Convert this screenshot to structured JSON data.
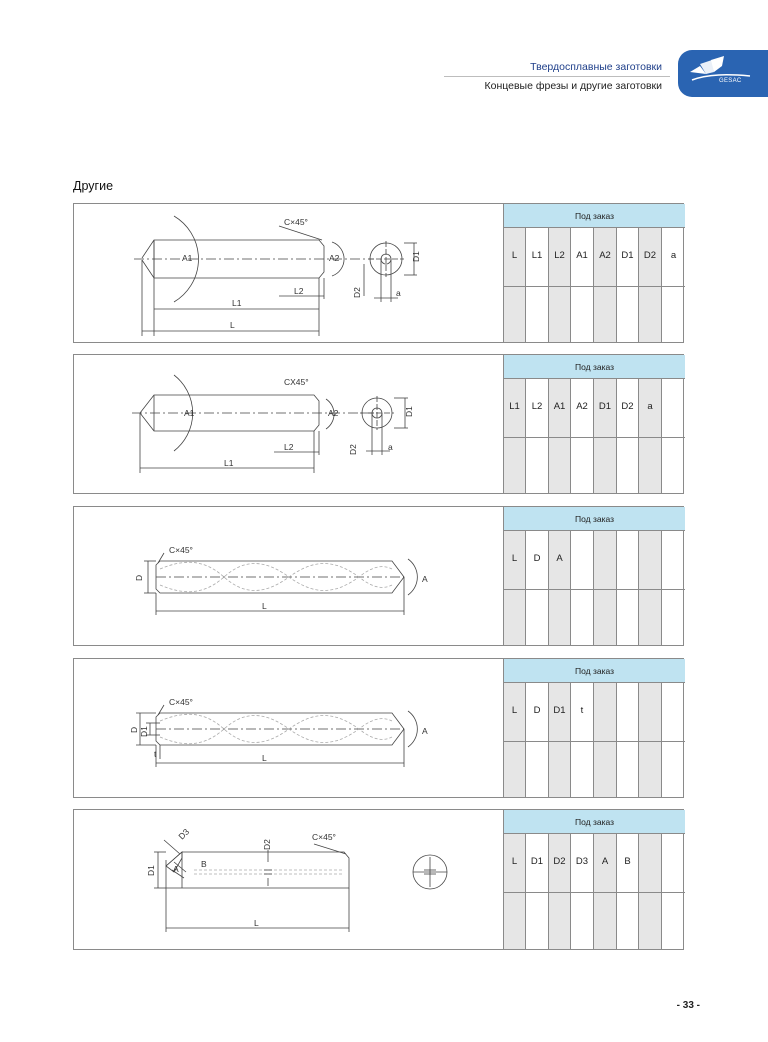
{
  "header": {
    "title": "Твердосплавные заготовки",
    "subtitle": "Концевые фрезы и другие заготовки",
    "logo_text": "GESAC"
  },
  "section_title": "Другие",
  "blocks": [
    {
      "table_title": "Под заказ",
      "columns": [
        "L",
        "L1",
        "L2",
        "A1",
        "A2",
        "D1",
        "D2",
        "a"
      ],
      "drawing_labels": {
        "chamfer": "C×45°",
        "a1": "A1",
        "a2": "A2",
        "d1": "D1",
        "d2": "D2",
        "l2": "L2",
        "l1": "L1",
        "l": "L",
        "a": "a"
      }
    },
    {
      "table_title": "Под заказ",
      "columns": [
        "L1",
        "L2",
        "A1",
        "A2",
        "D1",
        "D2",
        "a",
        ""
      ],
      "drawing_labels": {
        "chamfer": "CX45°",
        "a1": "A1",
        "a2": "A2",
        "d1": "D1",
        "d2": "D2",
        "l2": "L2",
        "l1": "L1",
        "a": "a"
      }
    },
    {
      "table_title": "Под заказ",
      "columns": [
        "L",
        "D",
        "A",
        "",
        "",
        "",
        "",
        ""
      ],
      "drawing_labels": {
        "chamfer": "C×45°",
        "d": "D",
        "a": "A",
        "l": "L"
      }
    },
    {
      "table_title": "Под заказ",
      "columns": [
        "L",
        "D",
        "D1",
        "t",
        "",
        "",
        "",
        ""
      ],
      "drawing_labels": {
        "chamfer": "C×45°",
        "d": "D",
        "d1": "D1",
        "t": "t",
        "a": "A",
        "l": "L"
      }
    },
    {
      "table_title": "Под заказ",
      "columns": [
        "L",
        "D1",
        "D2",
        "D3",
        "A",
        "B",
        "",
        ""
      ],
      "drawing_labels": {
        "chamfer": "C×45°",
        "d3": "D3",
        "d2": "D2",
        "d1": "D1",
        "a": "A",
        "b": "B",
        "l": "L"
      }
    }
  ],
  "page_number": "- 33 -"
}
